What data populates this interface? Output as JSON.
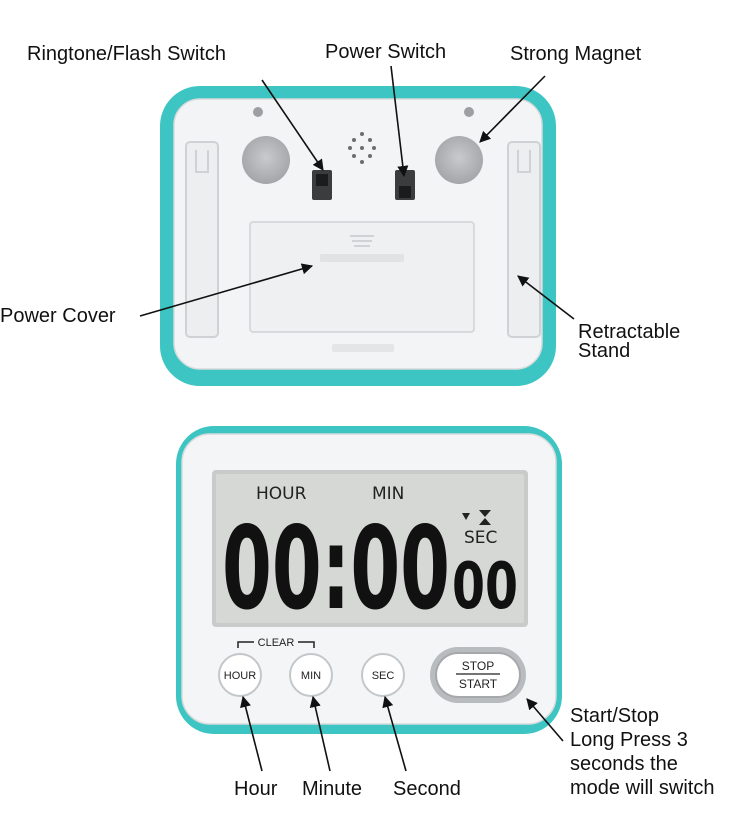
{
  "labels": {
    "ringtone_flash_switch": "Ringtone/Flash Switch",
    "power_switch": "Power Switch",
    "strong_magnet": "Strong Magnet",
    "power_cover": "Power Cover",
    "retractable_stand_line1": "Retractable",
    "retractable_stand_line2": "Stand",
    "hour": "Hour",
    "minute": "Minute",
    "second": "Second",
    "start_stop_line1": "Start/Stop",
    "start_stop_line2": "Long Press 3",
    "start_stop_line3": "seconds the",
    "start_stop_line4": "mode will switch"
  },
  "display": {
    "hour_label": "HOUR",
    "min_label": "MIN",
    "sec_label": "SEC",
    "big_digits": "00:00",
    "small_digits": "00"
  },
  "buttons": {
    "clear_label": "CLEAR",
    "hour": "HOUR",
    "min": "MIN",
    "sec": "SEC",
    "stop": "STOP",
    "start": "START"
  },
  "colors": {
    "casing_teal": "#3cc5c2",
    "body_white": "#f4f5f6",
    "lcd_bg": "#d6d8d6",
    "digit": "#111111"
  }
}
